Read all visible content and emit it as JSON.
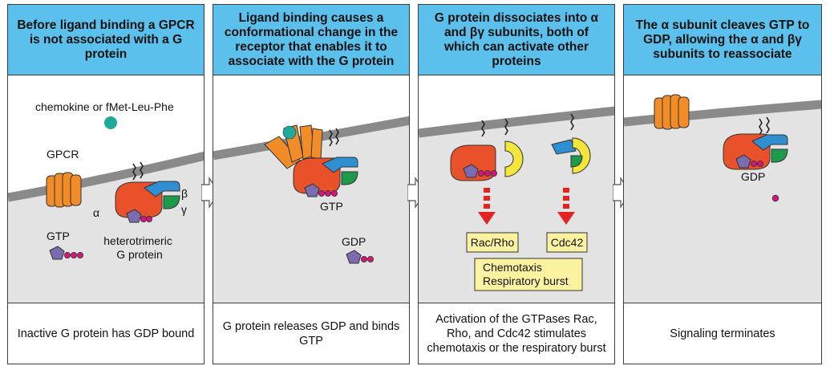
{
  "panels": [
    {
      "title": "Before ligand binding a GPCR is not associated with a G protein",
      "caption": "Inactive G protein has GDP bound",
      "labels": {
        "ligand": "chemokine or fMet-Leu-Phe",
        "receptor": "GPCR",
        "gtp": "GTP",
        "alpha": "α",
        "beta": "β",
        "gamma": "γ",
        "gprotein": "heterotrimeric\nG protein"
      }
    },
    {
      "title": "Ligand binding causes a conformational change in the receptor that enables it to associate with the G protein",
      "caption": "G protein releases GDP and binds GTP",
      "labels": {
        "gtp": "GTP",
        "gdp": "GDP"
      }
    },
    {
      "title": "G protein dissociates into α and βγ subunits, both of which can activate other proteins",
      "caption": "Activation of the GTPases Rac, Rho, and Cdc42 stimulates chemotaxis or the respiratory burst",
      "labels": {
        "box1": "Rac/Rho",
        "box2": "Cdc42",
        "box3": "Chemotaxis\nRespiratory burst"
      }
    },
    {
      "title": "The α subunit cleaves GTP to GDP, allowing the α and βγ subunits to reassociate",
      "caption": "Signaling terminates",
      "labels": {
        "gdp": "GDP"
      }
    }
  ],
  "colors": {
    "header": "#5bc0eb",
    "cytoplasm": "#e3e3e3",
    "membrane": "#8a8a8a",
    "receptor": "#f28c28",
    "alpha": "#e8512a",
    "beta": "#2f8fd0",
    "gamma": "#1e9a4c",
    "nucleotide": "#7b6bb0",
    "phosphate": "#d6157a",
    "ligand": "#1fa99b",
    "betagamma_active": "#f3e53a",
    "effector_box": "#fbf3a0",
    "signal_arrow": "#e32222"
  }
}
